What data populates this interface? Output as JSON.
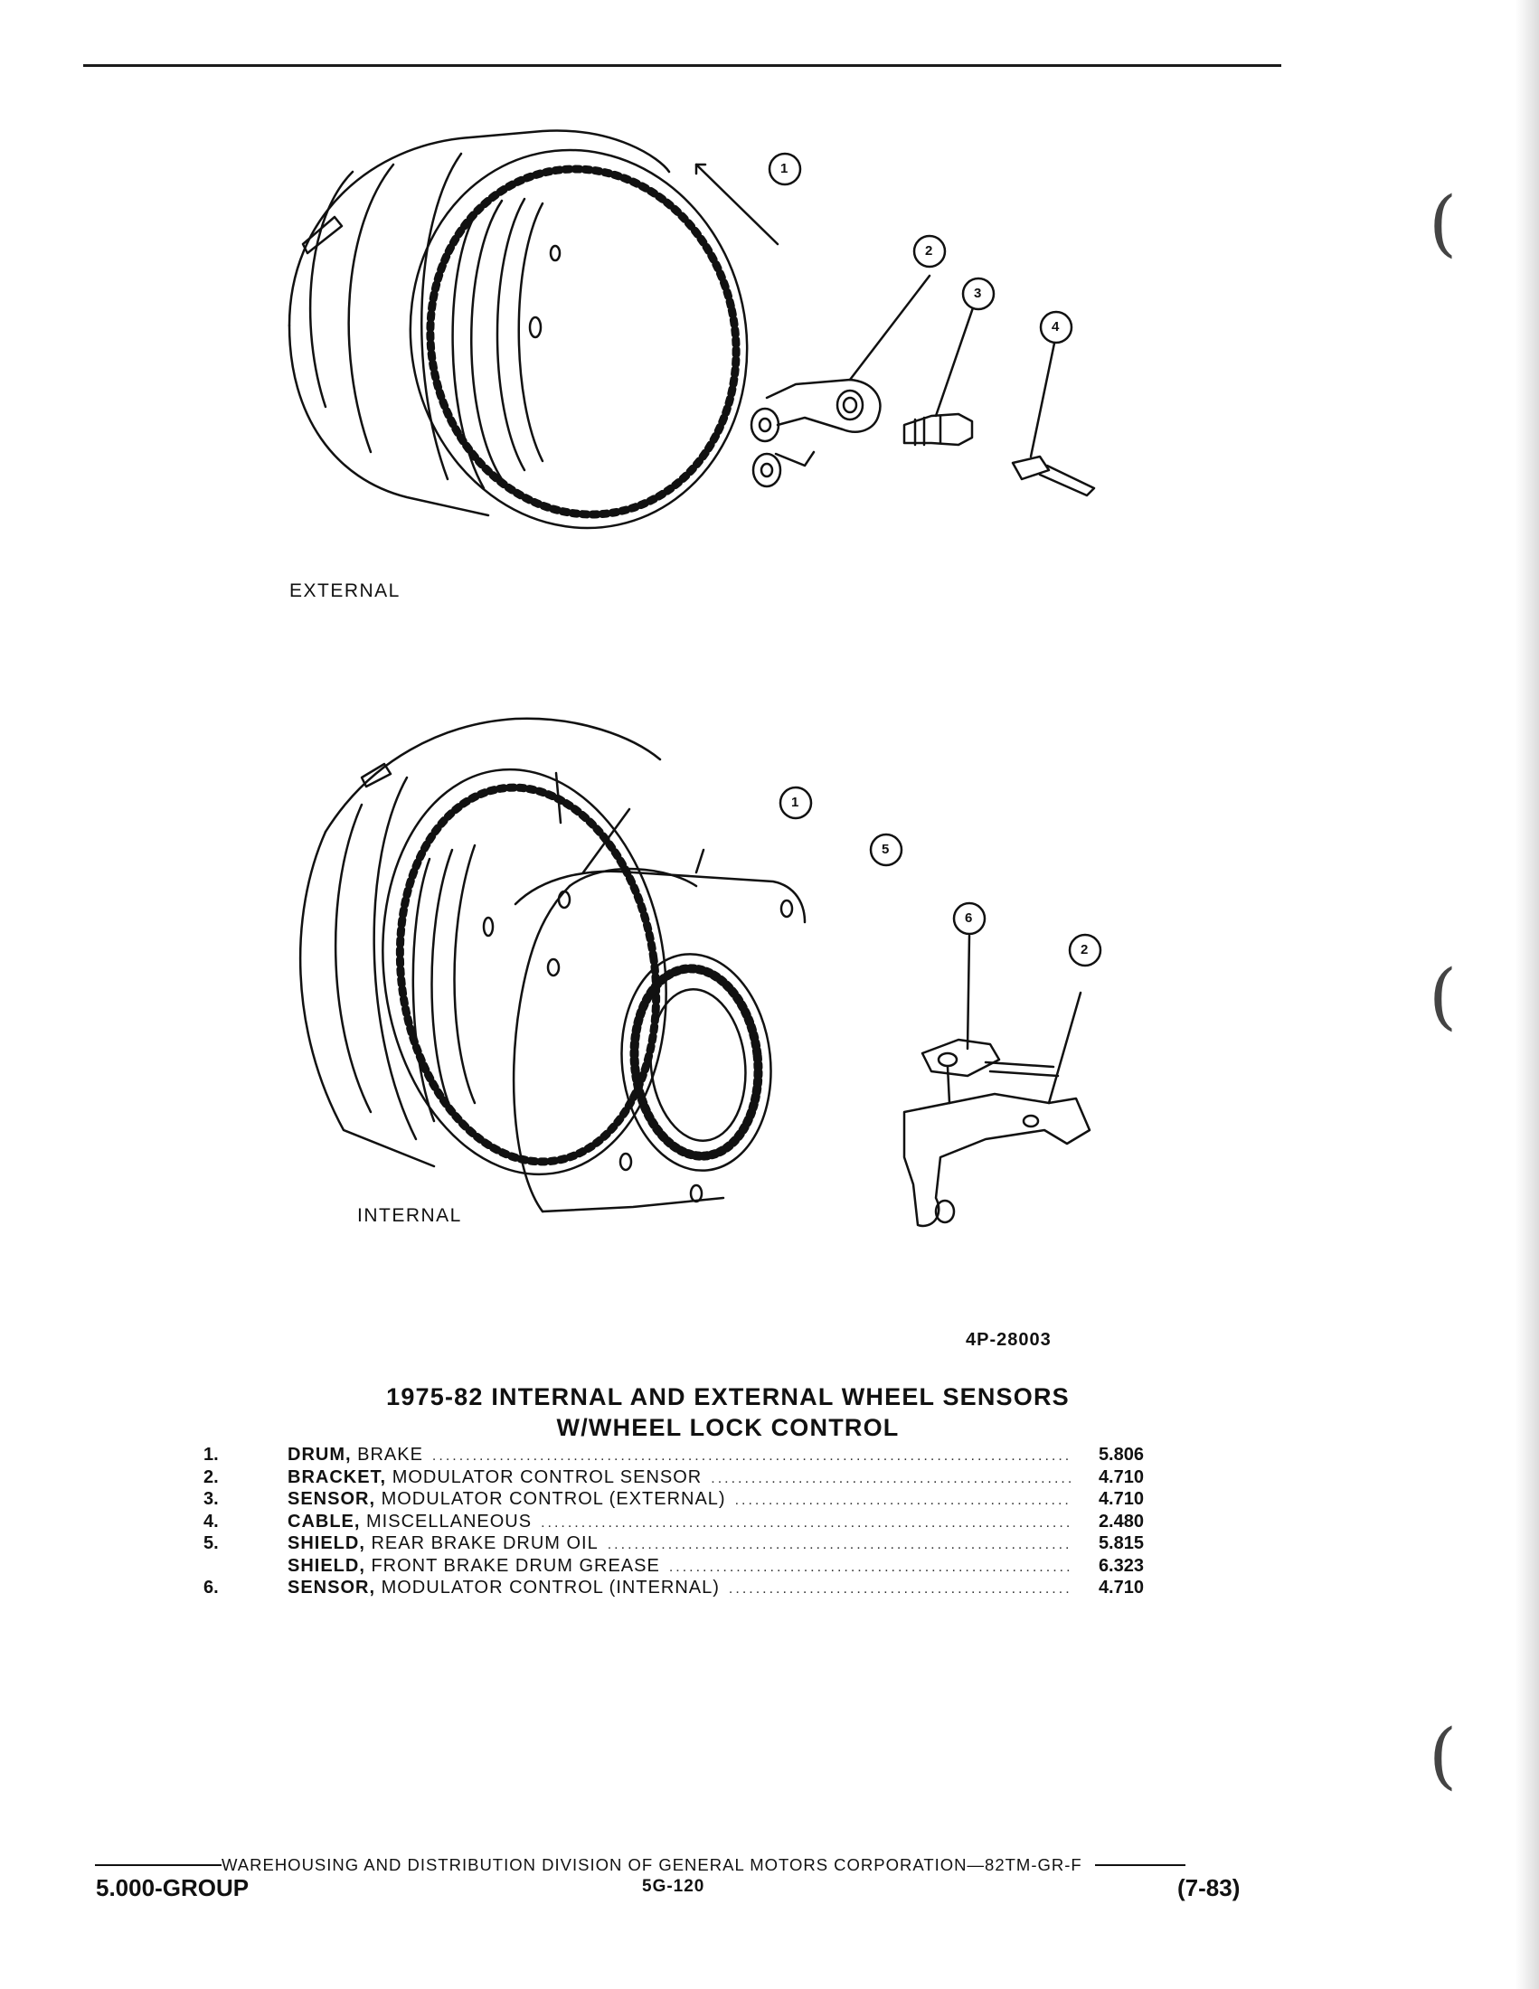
{
  "figures": {
    "external_label": "EXTERNAL",
    "internal_label": "INTERNAL",
    "figure_id": "4P-28003",
    "callouts_external": [
      "1",
      "2",
      "3",
      "4"
    ],
    "callouts_internal": [
      "1",
      "5",
      "6",
      "2"
    ]
  },
  "title": {
    "line1": "1975-82 INTERNAL AND EXTERNAL WHEEL SENSORS",
    "line2": "W/WHEEL LOCK CONTROL"
  },
  "parts": [
    {
      "num": "1.",
      "name": "DRUM,",
      "desc": "BRAKE",
      "code": "5.806"
    },
    {
      "num": "2.",
      "name": "BRACKET,",
      "desc": "MODULATOR CONTROL SENSOR",
      "code": "4.710"
    },
    {
      "num": "3.",
      "name": "SENSOR,",
      "desc": "MODULATOR CONTROL (EXTERNAL)",
      "code": "4.710"
    },
    {
      "num": "4.",
      "name": "CABLE,",
      "desc": "MISCELLANEOUS",
      "code": "2.480"
    },
    {
      "num": "5.",
      "name": "SHIELD,",
      "desc": "REAR BRAKE DRUM OIL",
      "code": "5.815"
    },
    {
      "num": "",
      "name": "SHIELD,",
      "desc": "FRONT BRAKE DRUM GREASE",
      "code": "6.323"
    },
    {
      "num": "6.",
      "name": "SENSOR,",
      "desc": "MODULATOR CONTROL (INTERNAL)",
      "code": "4.710"
    }
  ],
  "footer": {
    "division": "WAREHOUSING AND DISTRIBUTION  DIVISION OF GENERAL MOTORS CORPORATION—82TM-GR-F",
    "group": "5.000-GROUP",
    "page": "5G-120",
    "date": "(7-83)"
  }
}
